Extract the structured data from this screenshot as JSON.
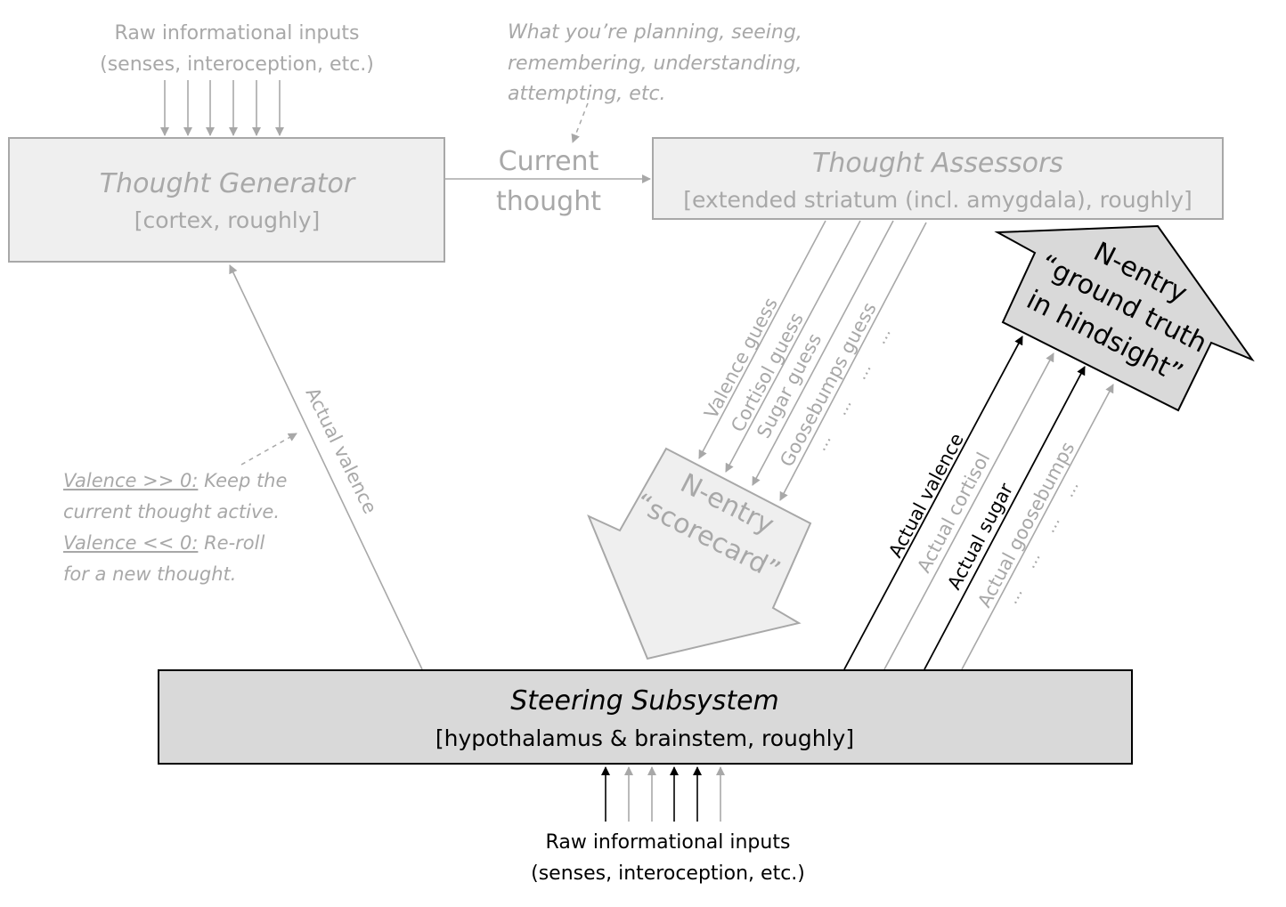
{
  "colors": {
    "faint_text": "#a8a8a8",
    "faint_line": "#a8a8a8",
    "faint_box_fill": "#efefef",
    "dark_box_fill": "#d9d9d9",
    "dark_line": "#000000"
  },
  "top_inputs": {
    "line1": "Raw informational inputs",
    "line2": "(senses, interoception, etc.)"
  },
  "thought_generator": {
    "title": "Thought Generator",
    "subtitle": "[cortex, roughly]"
  },
  "current_thought": {
    "line1": "Current",
    "line2": "thought"
  },
  "current_thought_note": {
    "line1": "What you’re planning, seeing,",
    "line2": "remembering, understanding,",
    "line3": "attempting, etc."
  },
  "thought_assessors": {
    "title": "Thought Assessors",
    "subtitle": "[extended striatum (incl. amygdala), roughly]"
  },
  "guesses": [
    "Valence guess",
    "Cortisol guess",
    "Sugar guess",
    "Goosebumps guess"
  ],
  "ellipsis": "…",
  "scorecard": {
    "line1": "N-entry",
    "line2": "“scorecard”"
  },
  "ground_truth": {
    "line1": "N-entry",
    "line2": "“ground truth",
    "line3": "in hindsight”"
  },
  "actuals": [
    "Actual valence",
    "Actual cortisol",
    "Actual sugar",
    "Actual goosebumps"
  ],
  "actual_valence_feedback": "Actual valence",
  "valence_note": {
    "pos_label": "Valence >> 0:",
    "pos_text": " Keep the",
    "pos_text2": "current thought active.",
    "neg_label": "Valence << 0:",
    "neg_text": " Re-roll",
    "neg_text2": "for a new thought."
  },
  "steering_subsystem": {
    "title": "Steering Subsystem",
    "subtitle": "[hypothalamus & brainstem, roughly]"
  },
  "bottom_inputs": {
    "line1": "Raw informational inputs",
    "line2": "(senses, interoception, etc.)"
  }
}
